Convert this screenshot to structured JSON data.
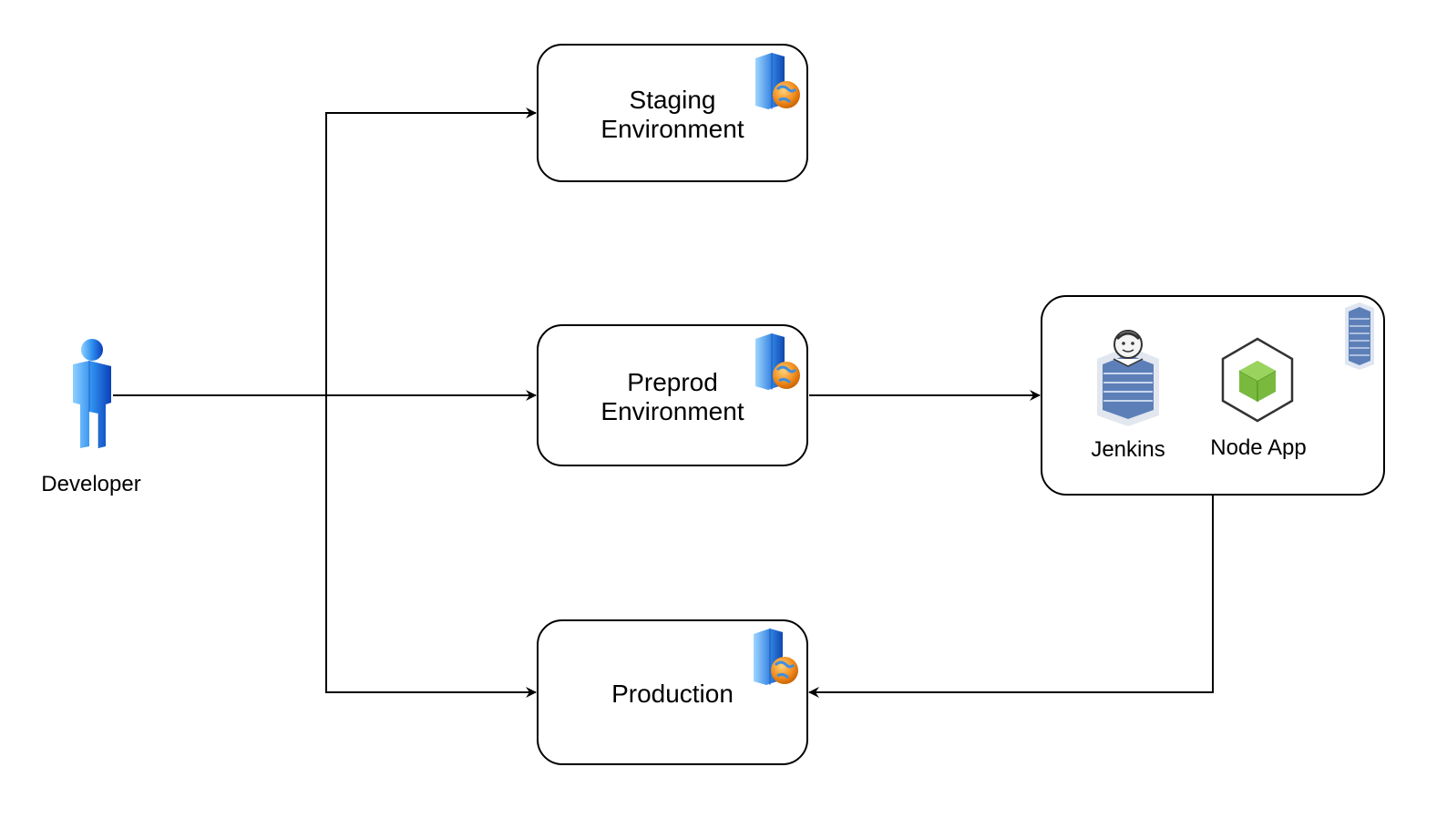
{
  "nodes": {
    "developer": {
      "label": "Developer",
      "icon": "developer-person-icon"
    },
    "staging": {
      "label": "Staging\nEnvironment",
      "icon": "web-server-icon"
    },
    "preprod": {
      "label": "Preprod\nEnvironment",
      "icon": "web-server-icon"
    },
    "production": {
      "label": "Production",
      "icon": "web-server-icon"
    },
    "cluster": {
      "icon": "server-rack-icon",
      "jenkins": {
        "label": "Jenkins",
        "icon": "jenkins-icon"
      },
      "node_app": {
        "label": "Node App",
        "icon": "nodejs-icon"
      }
    }
  },
  "edges": [
    {
      "from": "Developer",
      "to": "Staging Environment"
    },
    {
      "from": "Developer",
      "to": "Preprod Environment"
    },
    {
      "from": "Developer",
      "to": "Production"
    },
    {
      "from": "Preprod Environment",
      "to": "Jenkins / Node App"
    },
    {
      "from": "Jenkins / Node App",
      "to": "Production"
    }
  ],
  "colors": {
    "stroke": "#000000",
    "person_blue": "#1e6ee8",
    "server_blue": "#2f7fe0",
    "globe_orange": "#f28c1c",
    "node_green": "#79b93e",
    "rack_blue": "#5c7fb8"
  }
}
